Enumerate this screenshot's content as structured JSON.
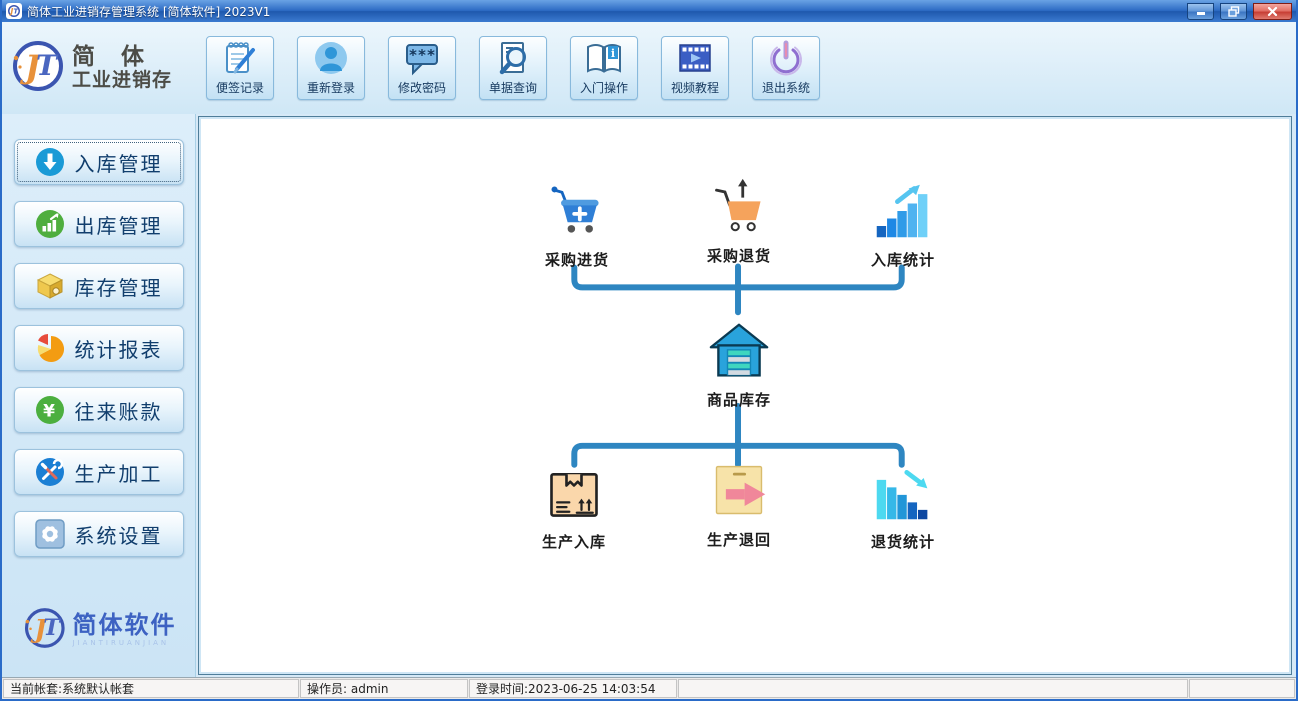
{
  "window": {
    "title": "简体工业进销存管理系统 [简体软件] 2023V1"
  },
  "toolbar": {
    "buttons": [
      {
        "label": "便签记录",
        "icon": "memo-icon"
      },
      {
        "label": "重新登录",
        "icon": "user-icon"
      },
      {
        "label": "修改密码",
        "icon": "password-bubble-icon"
      },
      {
        "label": "单据查询",
        "icon": "document-search-icon"
      },
      {
        "label": "入门操作",
        "icon": "open-book-info-icon"
      },
      {
        "label": "视频教程",
        "icon": "video-film-icon"
      },
      {
        "label": "退出系统",
        "icon": "power-icon"
      }
    ]
  },
  "brand": {
    "line1": "简 体",
    "line2": "工业进销存"
  },
  "sidebar": {
    "items": [
      {
        "label": "入库管理",
        "icon": "inbound-arrow-icon",
        "active": true
      },
      {
        "label": "出库管理",
        "icon": "outbound-chart-icon",
        "active": false
      },
      {
        "label": "库存管理",
        "icon": "stock-box-icon",
        "active": false
      },
      {
        "label": "统计报表",
        "icon": "pie-chart-icon",
        "active": false
      },
      {
        "label": "往来账款",
        "icon": "yuan-coin-icon",
        "active": false
      },
      {
        "label": "生产加工",
        "icon": "tools-icon",
        "active": false
      },
      {
        "label": "系统设置",
        "icon": "gear-icon",
        "active": false
      }
    ],
    "footer": {
      "text": "简体软件",
      "subtext": "JIANTIRUANJIAN"
    }
  },
  "diagram": {
    "nodes": [
      {
        "label": "采购进货",
        "icon": "cart-plus-icon"
      },
      {
        "label": "采购退货",
        "icon": "cart-return-icon"
      },
      {
        "label": "入库统计",
        "icon": "stats-up-icon"
      },
      {
        "label": "商品库存",
        "icon": "warehouse-icon"
      },
      {
        "label": "生产入库",
        "icon": "package-box-icon"
      },
      {
        "label": "生产退回",
        "icon": "box-return-arrow-icon"
      },
      {
        "label": "退货统计",
        "icon": "stats-down-icon"
      }
    ]
  },
  "statusbar": {
    "account": "当前帐套:系统默认帐套",
    "operator": "操作员: admin",
    "login_time": "登录时间:2023-06-25 14:03:54"
  },
  "colors": {
    "titlebar_blue": "#2d6bc4",
    "chrome_light_blue": "#d6e9f7",
    "connector_blue": "#2e86c1",
    "sidebar_text": "#113e6d",
    "close_red": "#c53b31"
  }
}
